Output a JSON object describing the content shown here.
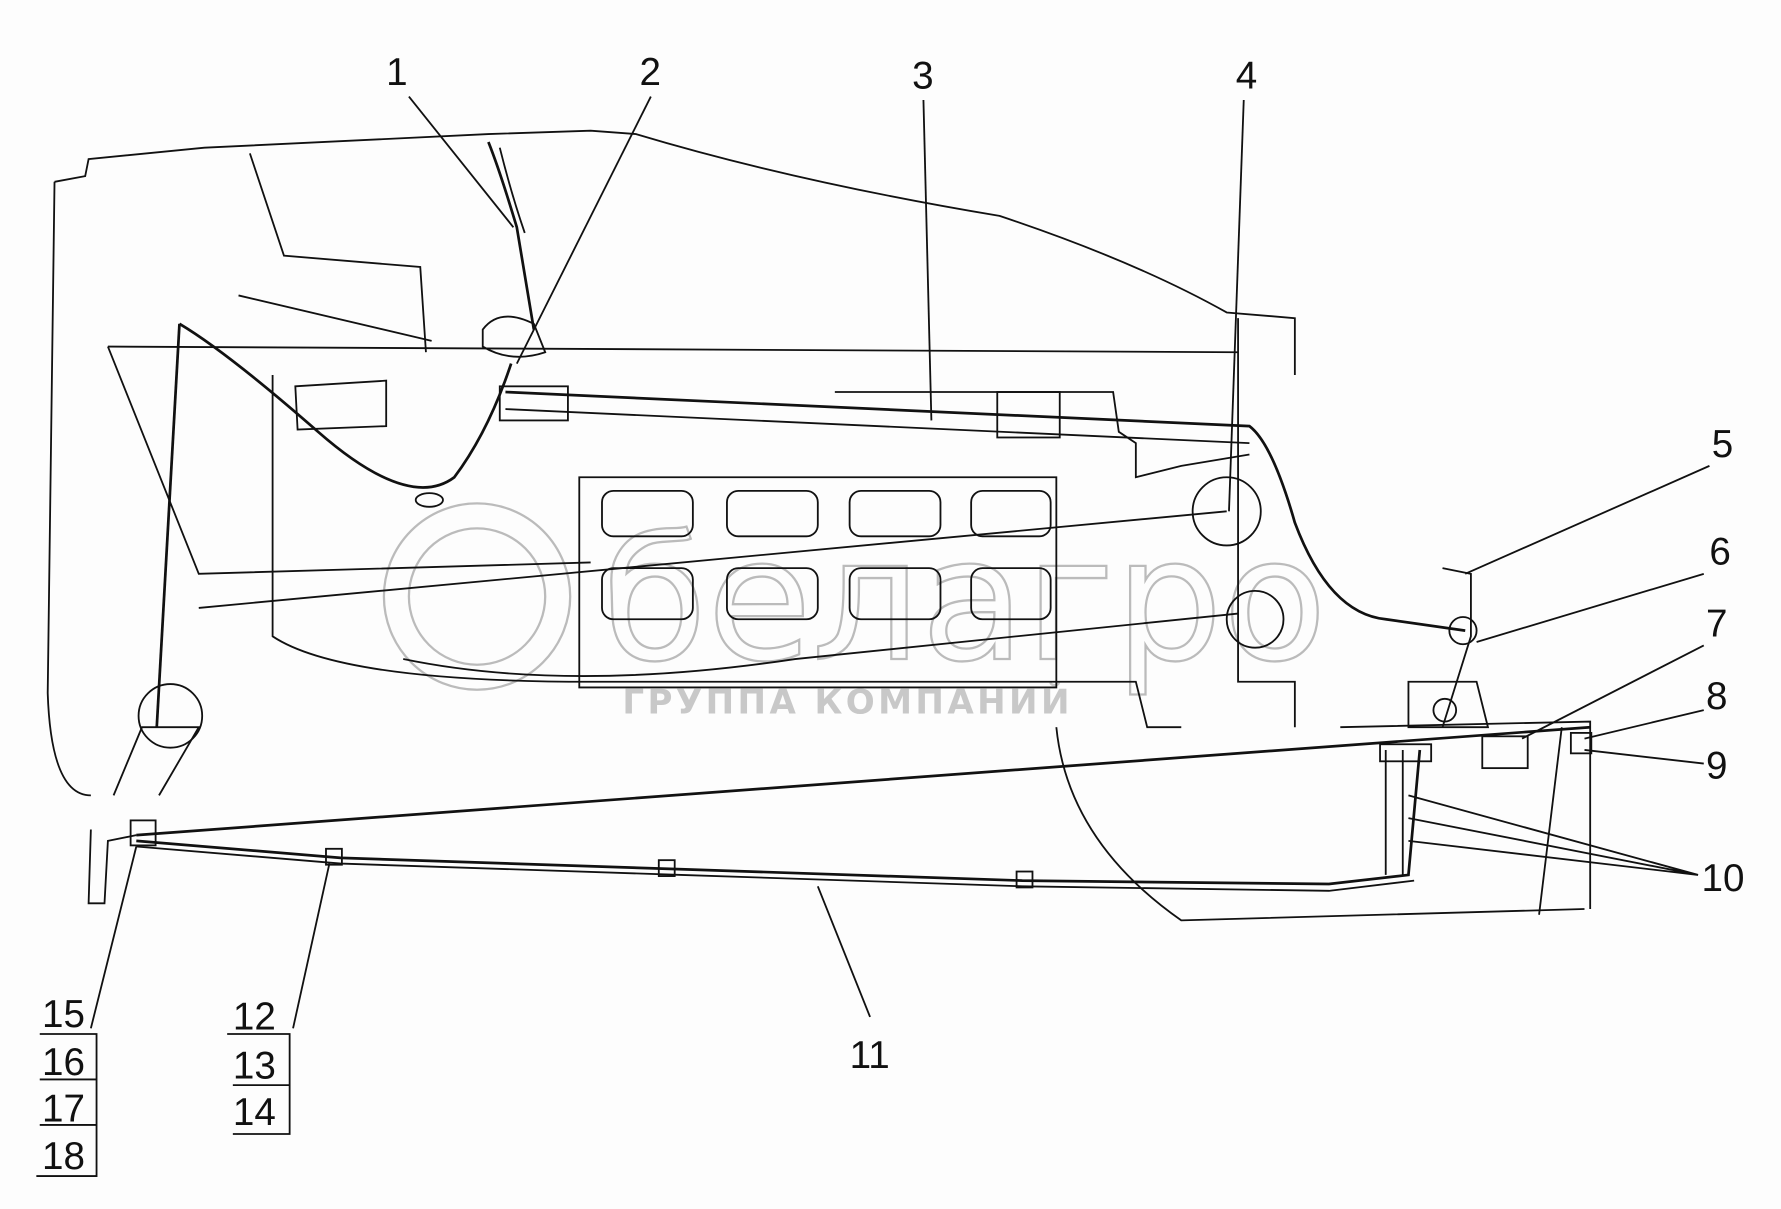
{
  "diagram": {
    "callouts": {
      "c1": "1",
      "c2": "2",
      "c3": "3",
      "c4": "4",
      "c5": "5",
      "c6": "6",
      "c7": "7",
      "c8": "8",
      "c9": "9",
      "c10": "10",
      "c11": "11",
      "c12": "12",
      "c13": "13",
      "c14": "14",
      "c15": "15",
      "c16": "16",
      "c17": "17",
      "c18": "18"
    },
    "watermark": {
      "brand": "белагро",
      "subtitle": "ГРУППА КОМПАНИЙ"
    }
  }
}
